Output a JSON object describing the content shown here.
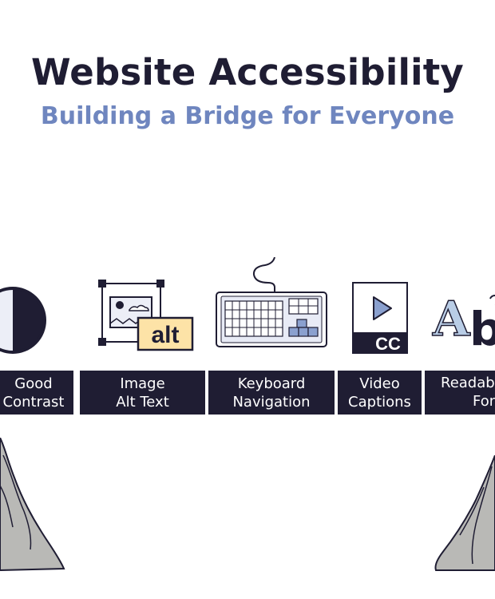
{
  "header": {
    "title": "Website Accessibility",
    "subtitle": "Building a Bridge for Everyone"
  },
  "bridge": {
    "planks": [
      {
        "line1": "Good",
        "line2": "Contrast"
      },
      {
        "line1": "Image",
        "line2": "Alt Text"
      },
      {
        "line1": "Keyboard",
        "line2": "Navigation"
      },
      {
        "line1": "Video",
        "line2": "Captions"
      },
      {
        "line1": "Readable",
        "line2": "Fonts"
      }
    ]
  },
  "icons": {
    "contrast": "contrast-icon",
    "image_alt": "image-alt-text-icon",
    "alt_badge": "alt",
    "keyboard": "keyboard-icon",
    "video": "video-captions-icon",
    "cc_badge": "CC",
    "fonts": "readable-fonts-icon",
    "fonts_glyphs": "Ab"
  },
  "colors": {
    "ink": "#1f1d33",
    "accent_blue": "#6f86bf",
    "badge_yellow": "#fde3a7",
    "icon_fill": "#e8ebf6",
    "rock": "#b9b9b6"
  }
}
